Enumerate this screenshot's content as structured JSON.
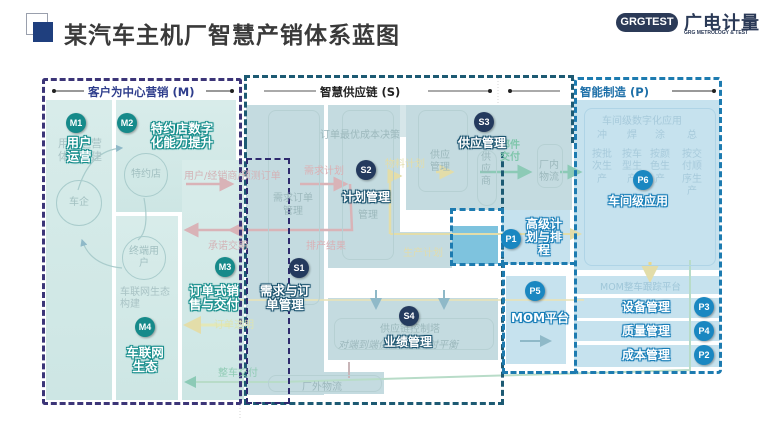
{
  "header": {
    "title": "某汽车主机厂智慧产销体系蓝图",
    "logo_pill": "GRGTEST",
    "logo_cn": "广电计量",
    "logo_en": "GRG METROLOGY & TEST"
  },
  "colors": {
    "marketing_accent": "#3c3578",
    "supply_accent": "#1d5a73",
    "manufacturing_accent": "#1d7bb0",
    "marketing_badge": "#168a8a",
    "supply_badge": "#243a5e",
    "manufacturing_badge": "#1a87c1"
  },
  "sections": {
    "marketing": {
      "title": "客户为中心营销 (M)",
      "nodes": {
        "car_company": "车企",
        "dealer": "特约店",
        "end_user": "终端用户",
        "user_operation_ghost": "用户运营体系构建",
        "iov_ghost": "车联网生态构建"
      },
      "modules": [
        {
          "badge": "M1",
          "label": "用户运营"
        },
        {
          "badge": "M2",
          "label": "特约店数字化能力提升"
        },
        {
          "badge": "M3",
          "label": "订单式销售与交付"
        },
        {
          "badge": "M4",
          "label": "车联网生态"
        }
      ]
    },
    "supply": {
      "title": "智慧供应链 (S)",
      "ghosts": {
        "order_cost": "订单最优成本决策",
        "demand_order": "需求订单管理",
        "plan_mgmt": "管理",
        "supply_mgmt": "供应管理",
        "supplier": "供应商",
        "inplant_logistics": "厂内物流",
        "control_tower": "供应链控制塔",
        "control_tower_sub": "对端到端供需做出实时平衡",
        "outside_logistics": "厂外物流"
      },
      "modules": [
        {
          "badge": "S1",
          "label": "需求与订单管理"
        },
        {
          "badge": "S2",
          "label": "计划管理"
        },
        {
          "badge": "S3",
          "label": "供应管理"
        },
        {
          "badge": "S4",
          "label": "业绩管理"
        }
      ]
    },
    "manufacturing": {
      "title": "智能制造 (P)",
      "workshop_title": "车间级数字化应用",
      "workshop_columns": [
        {
          "head": "冲",
          "body": "按批次生产"
        },
        {
          "head": "焊",
          "body": "按车型生产"
        },
        {
          "head": "涂",
          "body": "按颜色生产"
        },
        {
          "head": "总",
          "body": "按交付顺序生产"
        }
      ],
      "mom_tracking": "MOM整车跟踪平台",
      "modules": [
        {
          "badge": "P1",
          "label": "高级计划与排程"
        },
        {
          "badge": "P2",
          "label": "成本管理"
        },
        {
          "badge": "P3",
          "label": "设备管理"
        },
        {
          "badge": "P4",
          "label": "质量管理"
        },
        {
          "badge": "P5",
          "label": "MOM平台"
        },
        {
          "badge": "P6",
          "label": "车间级应用"
        }
      ]
    }
  },
  "flows": {
    "forecast_order": "用户/经销商/预测订单",
    "demand_plan": "需求计划",
    "commit_delivery": "承诺交期",
    "schedule_result": "排产结果",
    "material_plan": "物料计划",
    "parts_delivery": "部件交付",
    "production_plan": "生产计划",
    "order_transparency": "订单透明",
    "vehicle_delivery": "整车交付"
  }
}
